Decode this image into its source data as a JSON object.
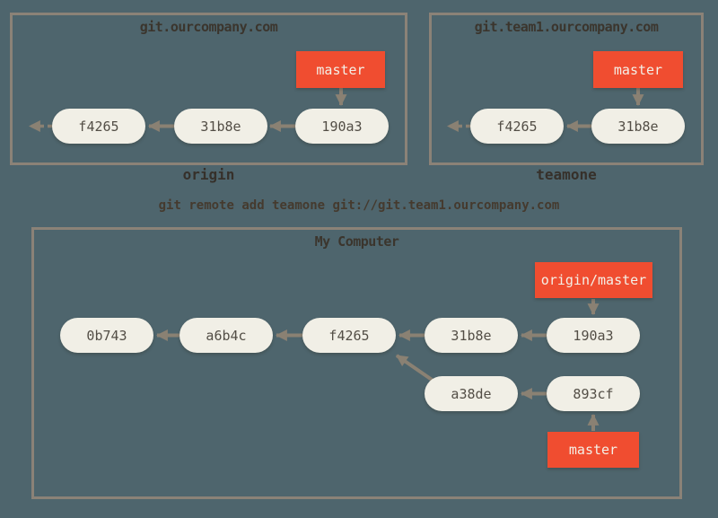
{
  "colors": {
    "background": "#4E656D",
    "box_border": "#8B8277",
    "commit_fill": "#F1EFE6",
    "commit_text": "#534E46",
    "ref_fill": "#F04D30",
    "ref_text": "#F3F0E7",
    "title_text": "#3B352D",
    "arrow": "#8A8173"
  },
  "remotes": [
    {
      "title": "git.ourcompany.com",
      "label": "origin",
      "ref": "master",
      "commits": [
        "f4265",
        "31b8e",
        "190a3"
      ]
    },
    {
      "title": "git.team1.ourcompany.com",
      "label": "teamone",
      "ref": "master",
      "commits": [
        "f4265",
        "31b8e"
      ]
    }
  ],
  "command": "git remote add teamone git://git.team1.ourcompany.com",
  "local": {
    "title": "My Computer",
    "main_commits": [
      "0b743",
      "a6b4c",
      "f4265",
      "31b8e",
      "190a3"
    ],
    "branch_commits": [
      "a38de",
      "893cf"
    ],
    "remote_ref": "origin/master",
    "local_ref": "master"
  }
}
